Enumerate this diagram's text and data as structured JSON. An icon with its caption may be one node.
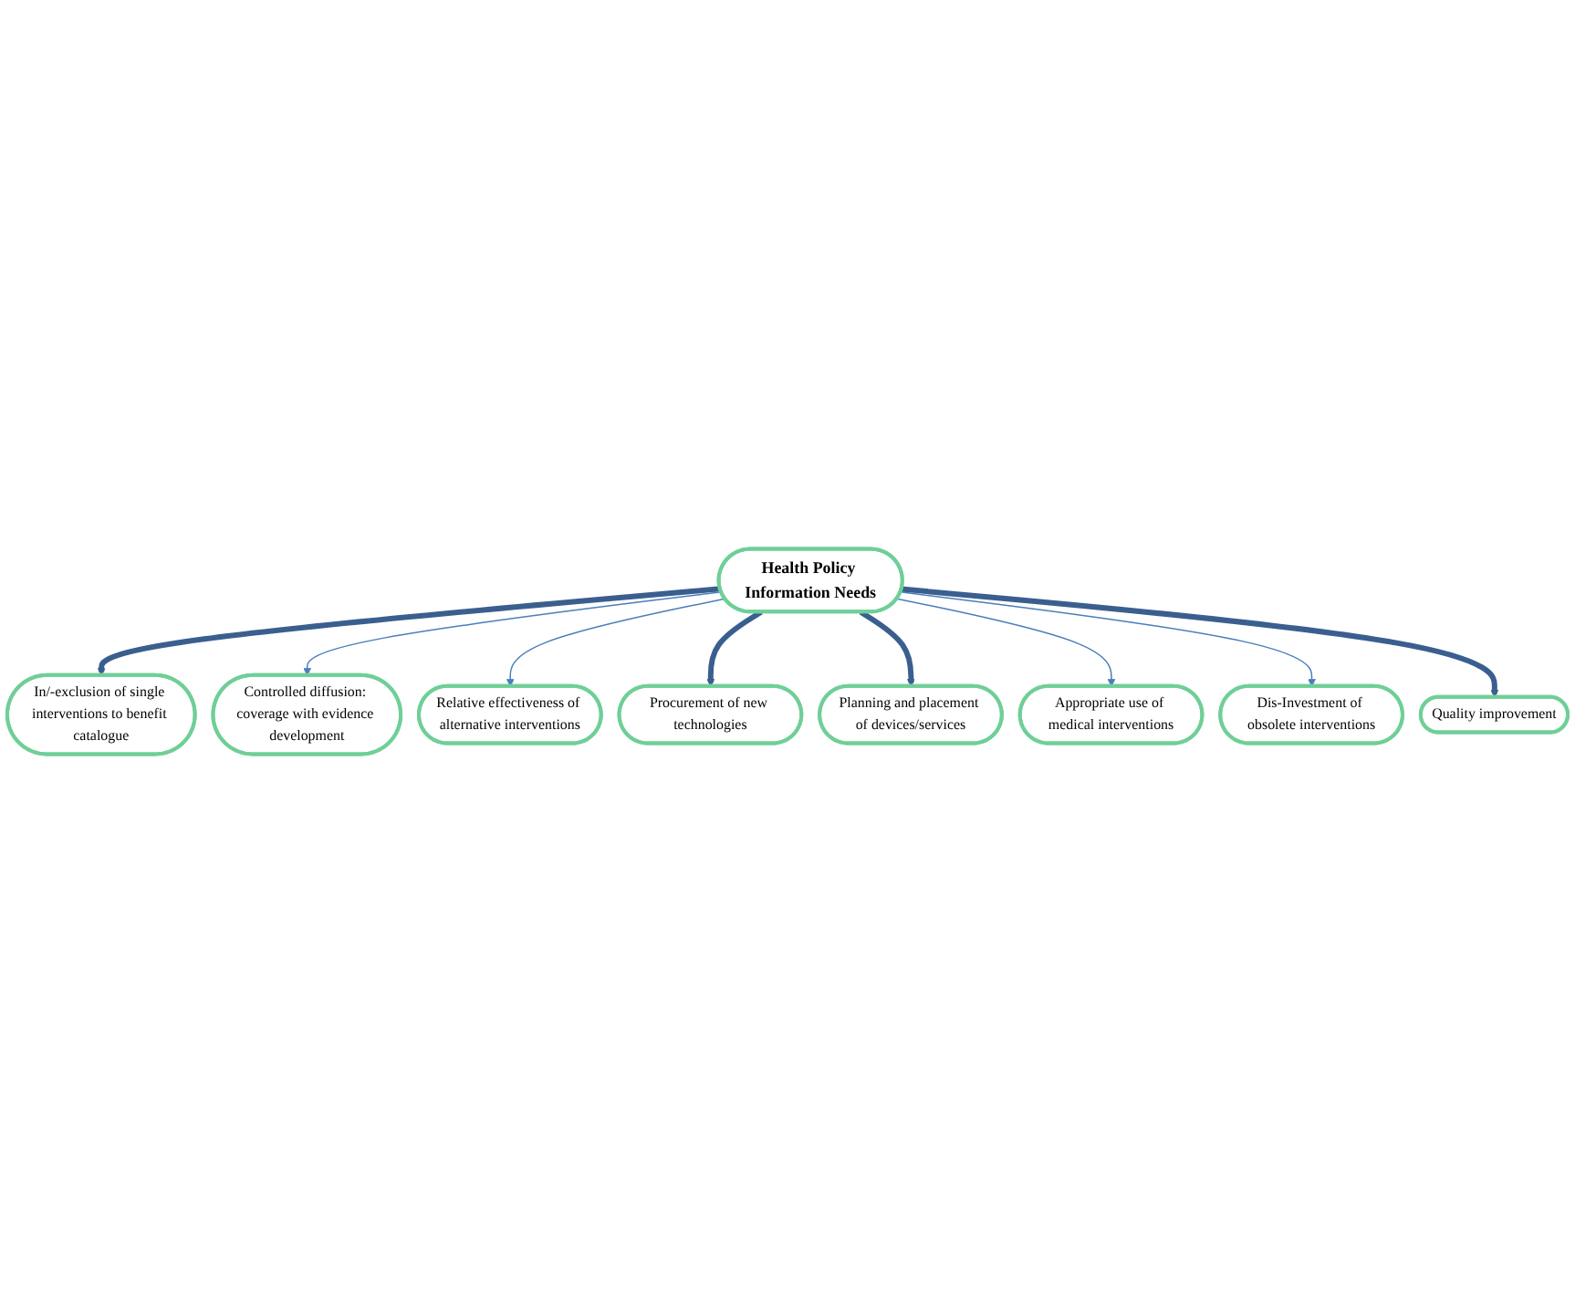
{
  "diagram": {
    "nodes": [
      {
        "text": [
          "In/-exclusion of single interventions to benefit catalogue"
        ]
      },
      {
        "text": [
          "Controlled diffusion: coverage with evidence development"
        ]
      },
      {
        "text": [
          "Relative effectiveness of alternative interventions"
        ]
      },
      {
        "text": [
          "Health Policy Information Needs"
        ]
      },
      {
        "text": [
          "Procurement of new technologies"
        ]
      },
      {
        "text": [
          "Planning and placement of devices/services"
        ]
      },
      {
        "text": [
          "Appropriate use of medical interventions"
        ]
      },
      {
        "text": [
          "Dis-Investment of obsolete interventions"
        ]
      },
      {
        "text": [
          "Quality improvement"
        ]
      }
    ],
    "edges": [
      {
        "from": 3,
        "to": 0,
        "arrow": "to",
        "style": "thick"
      },
      {
        "from": 3,
        "to": 1,
        "arrow": "to",
        "color": "#4a7ebb"
      },
      {
        "from": 3,
        "to": 2,
        "arrow": "to",
        "color": "#4a7ebb"
      },
      {
        "from": 3,
        "to": 4,
        "arrow": "to",
        "style": "thick"
      },
      {
        "from": 3,
        "to": 5,
        "arrow": "to",
        "style": "thick"
      },
      {
        "from": 3,
        "to": 6,
        "arrow": "to",
        "color": "#4a7ebb"
      },
      {
        "from": 3,
        "to": 7,
        "arrow": "to",
        "color": "#4a7ebb"
      },
      {
        "from": 3,
        "to": 8,
        "arrow": "to",
        "style": "thick"
      }
    ]
  }
}
